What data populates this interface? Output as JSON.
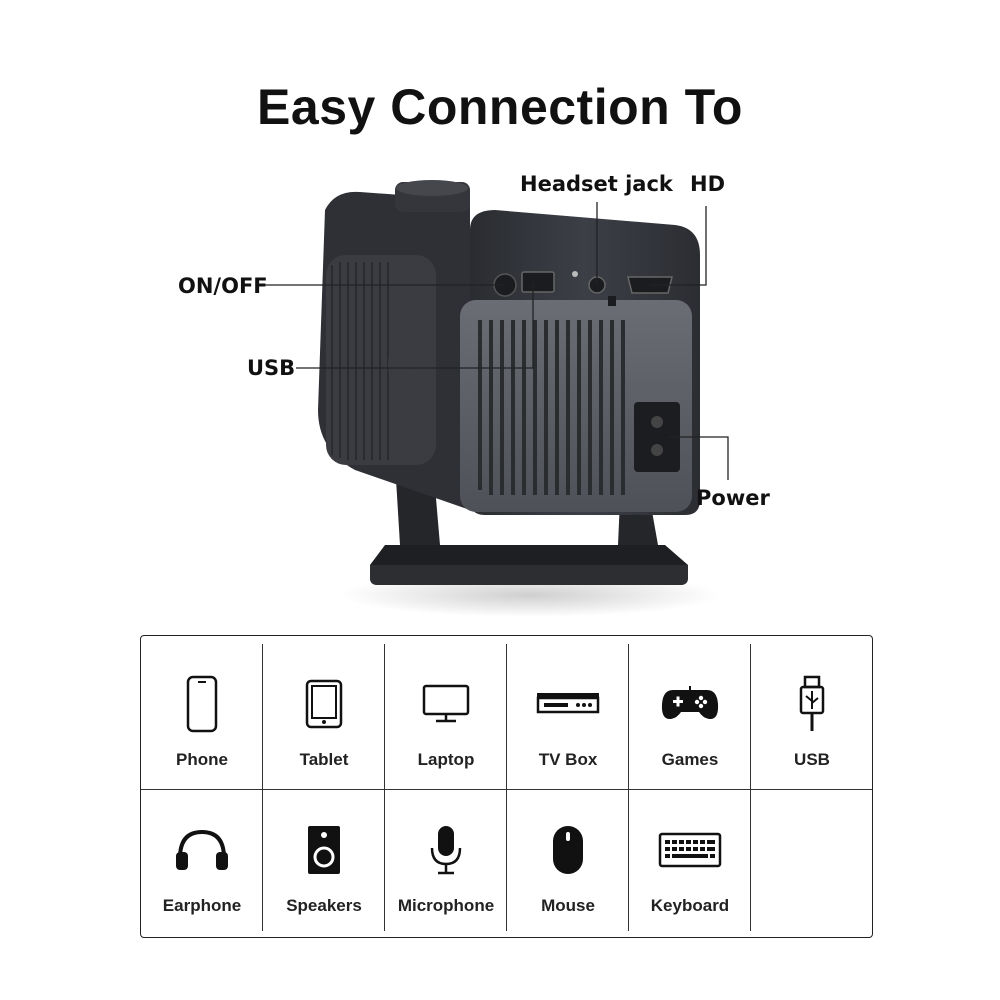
{
  "title": "Easy Connection To",
  "callouts": {
    "headset": "Headset jack",
    "hd": "HD",
    "onoff": "ON/OFF",
    "usb": "USB",
    "power": "Power"
  },
  "devices": [
    {
      "label": "Phone",
      "icon": "phone-icon"
    },
    {
      "label": "Tablet",
      "icon": "tablet-icon"
    },
    {
      "label": "Laptop",
      "icon": "laptop-icon"
    },
    {
      "label": "TV Box",
      "icon": "tv-box-icon"
    },
    {
      "label": "Games",
      "icon": "gamepad-icon"
    },
    {
      "label": "USB",
      "icon": "usb-icon"
    },
    {
      "label": "Earphone",
      "icon": "headphones-icon"
    },
    {
      "label": "Speakers",
      "icon": "speaker-icon"
    },
    {
      "label": "Microphone",
      "icon": "microphone-icon"
    },
    {
      "label": "Mouse",
      "icon": "mouse-icon"
    },
    {
      "label": "Keyboard",
      "icon": "keyboard-icon"
    }
  ]
}
